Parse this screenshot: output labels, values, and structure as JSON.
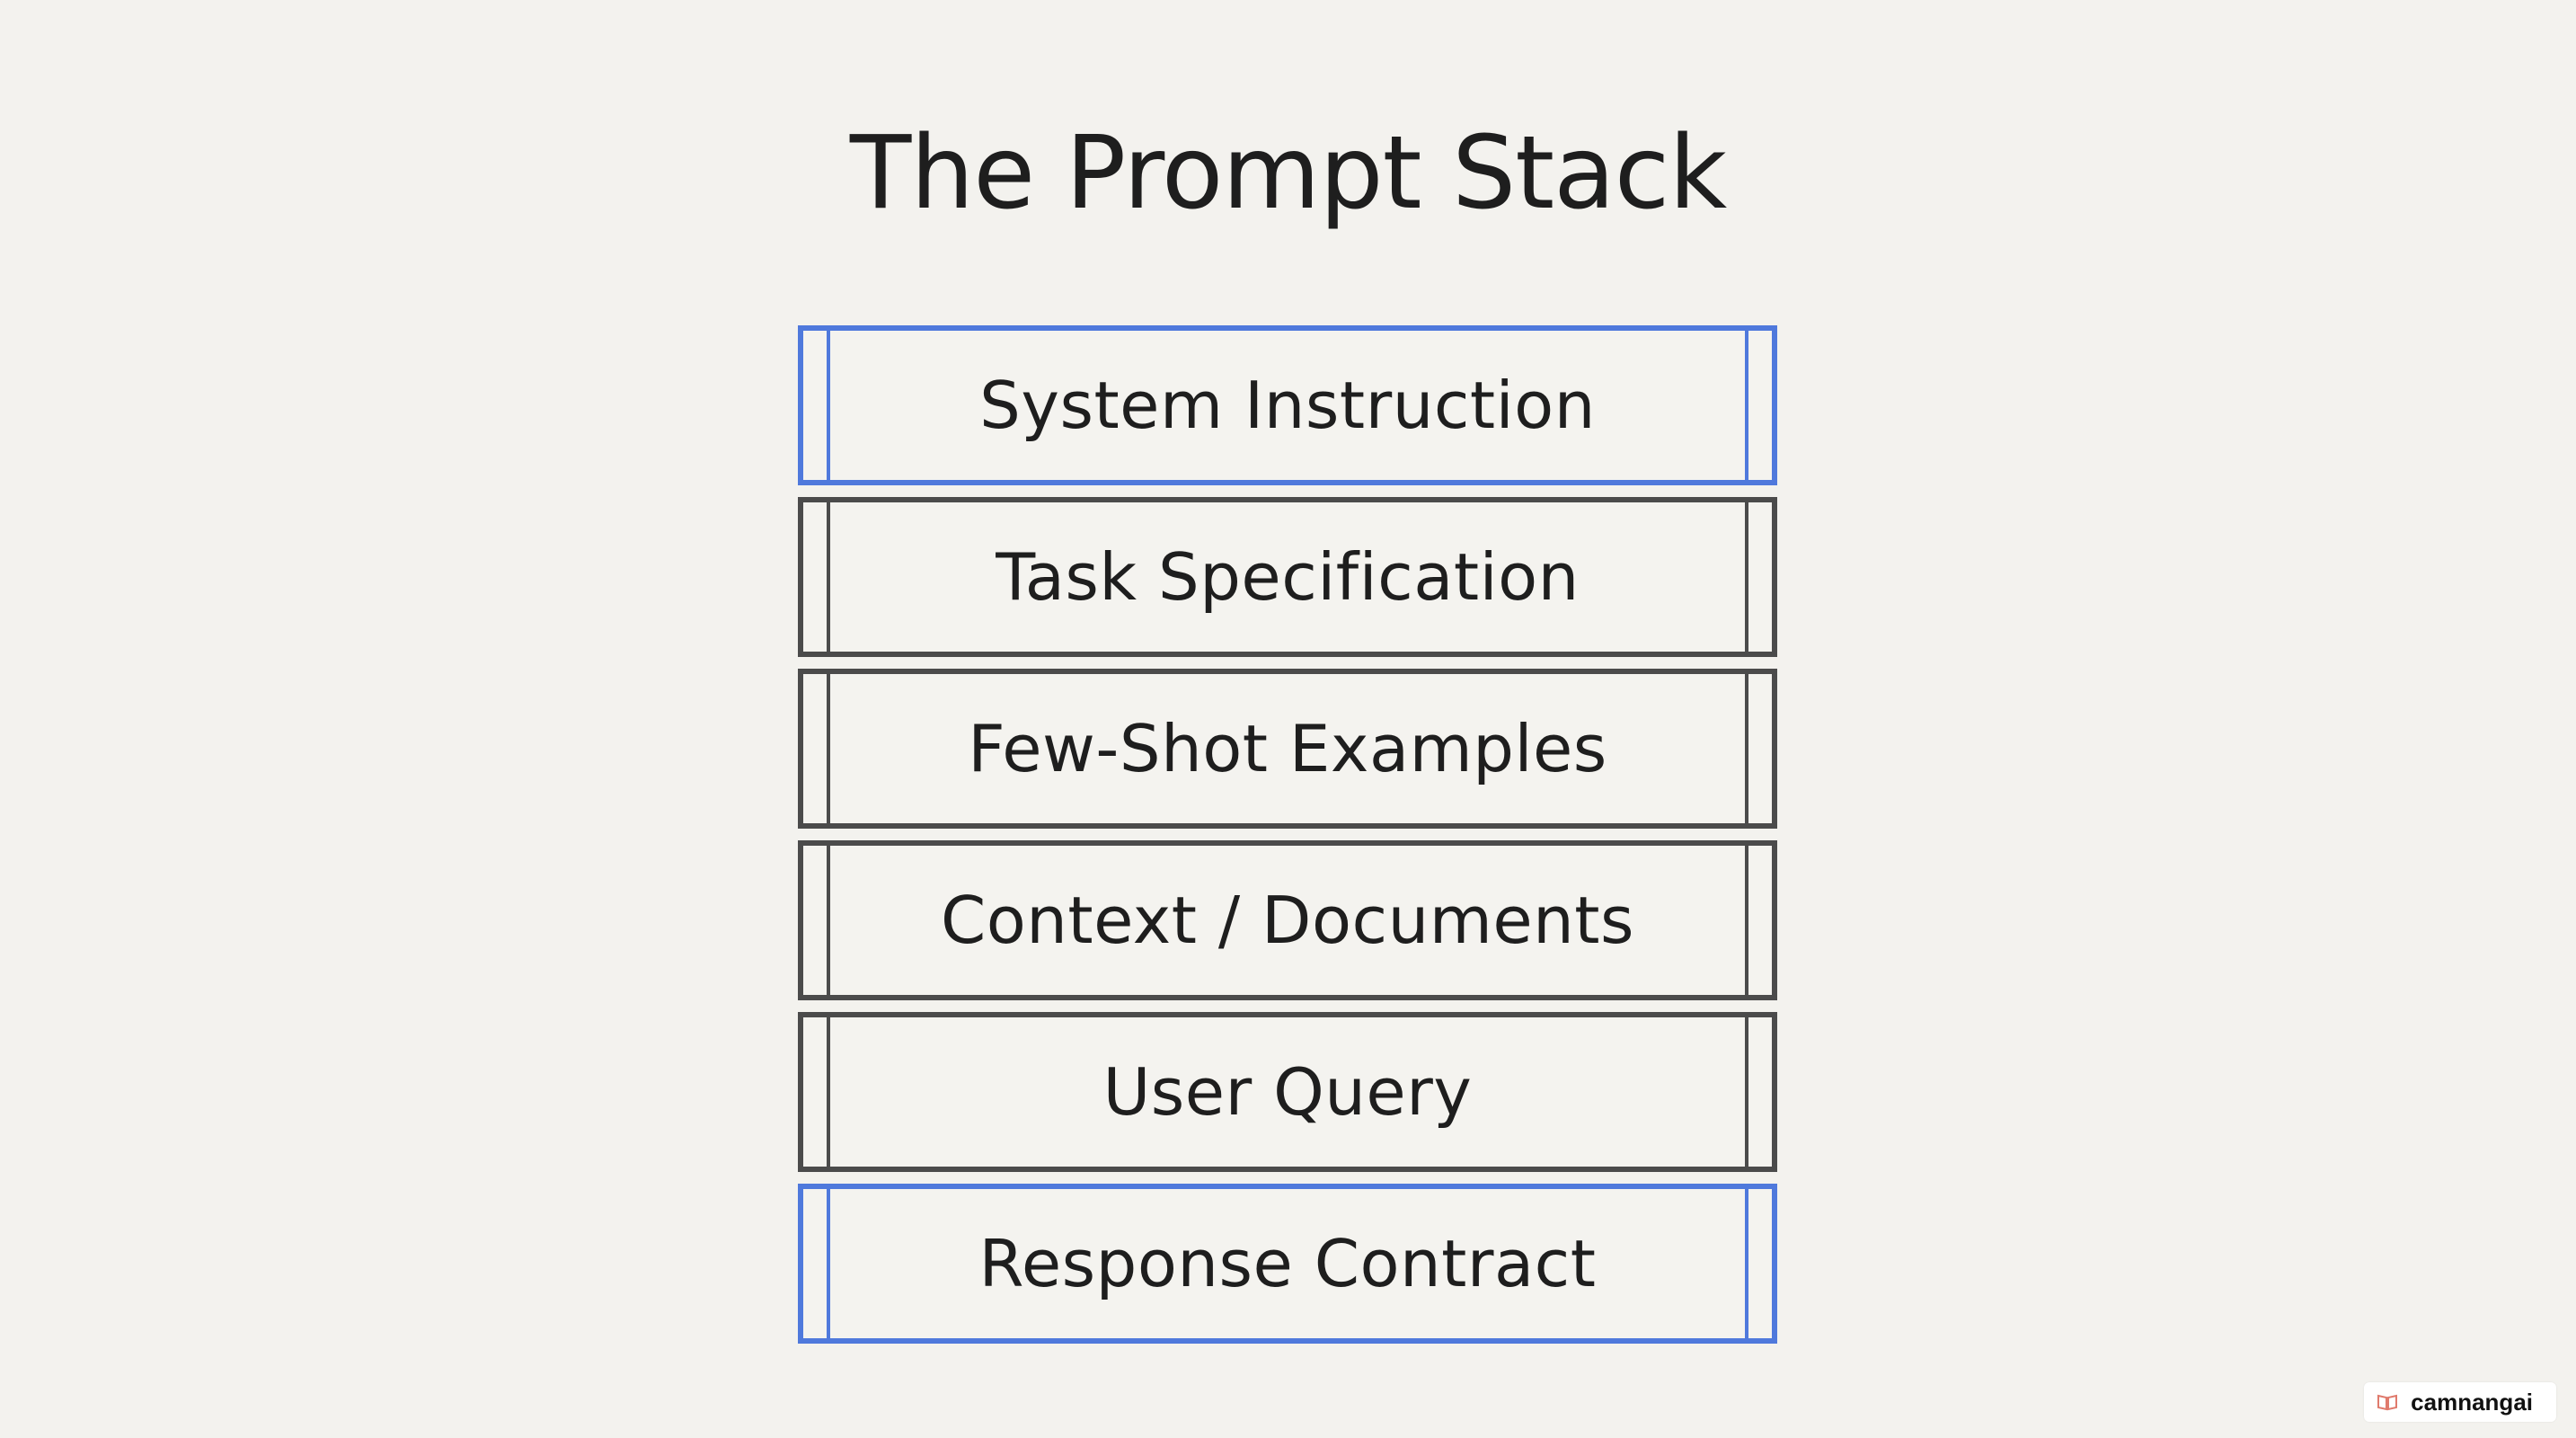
{
  "title": "The Prompt Stack",
  "layers": [
    {
      "label": "System Instruction",
      "highlighted": true
    },
    {
      "label": "Task Specification",
      "highlighted": false
    },
    {
      "label": "Few-Shot Examples",
      "highlighted": false
    },
    {
      "label": "Context / Documents",
      "highlighted": false
    },
    {
      "label": "User Query",
      "highlighted": false
    },
    {
      "label": "Response Contract",
      "highlighted": true
    }
  ],
  "colors": {
    "background": "#f3f2ee",
    "accent_border": "#4f79dc",
    "default_border": "#4b4b4b",
    "text": "#1e1e1e"
  },
  "watermark": {
    "text": "camnangai",
    "icon": "book-icon"
  }
}
